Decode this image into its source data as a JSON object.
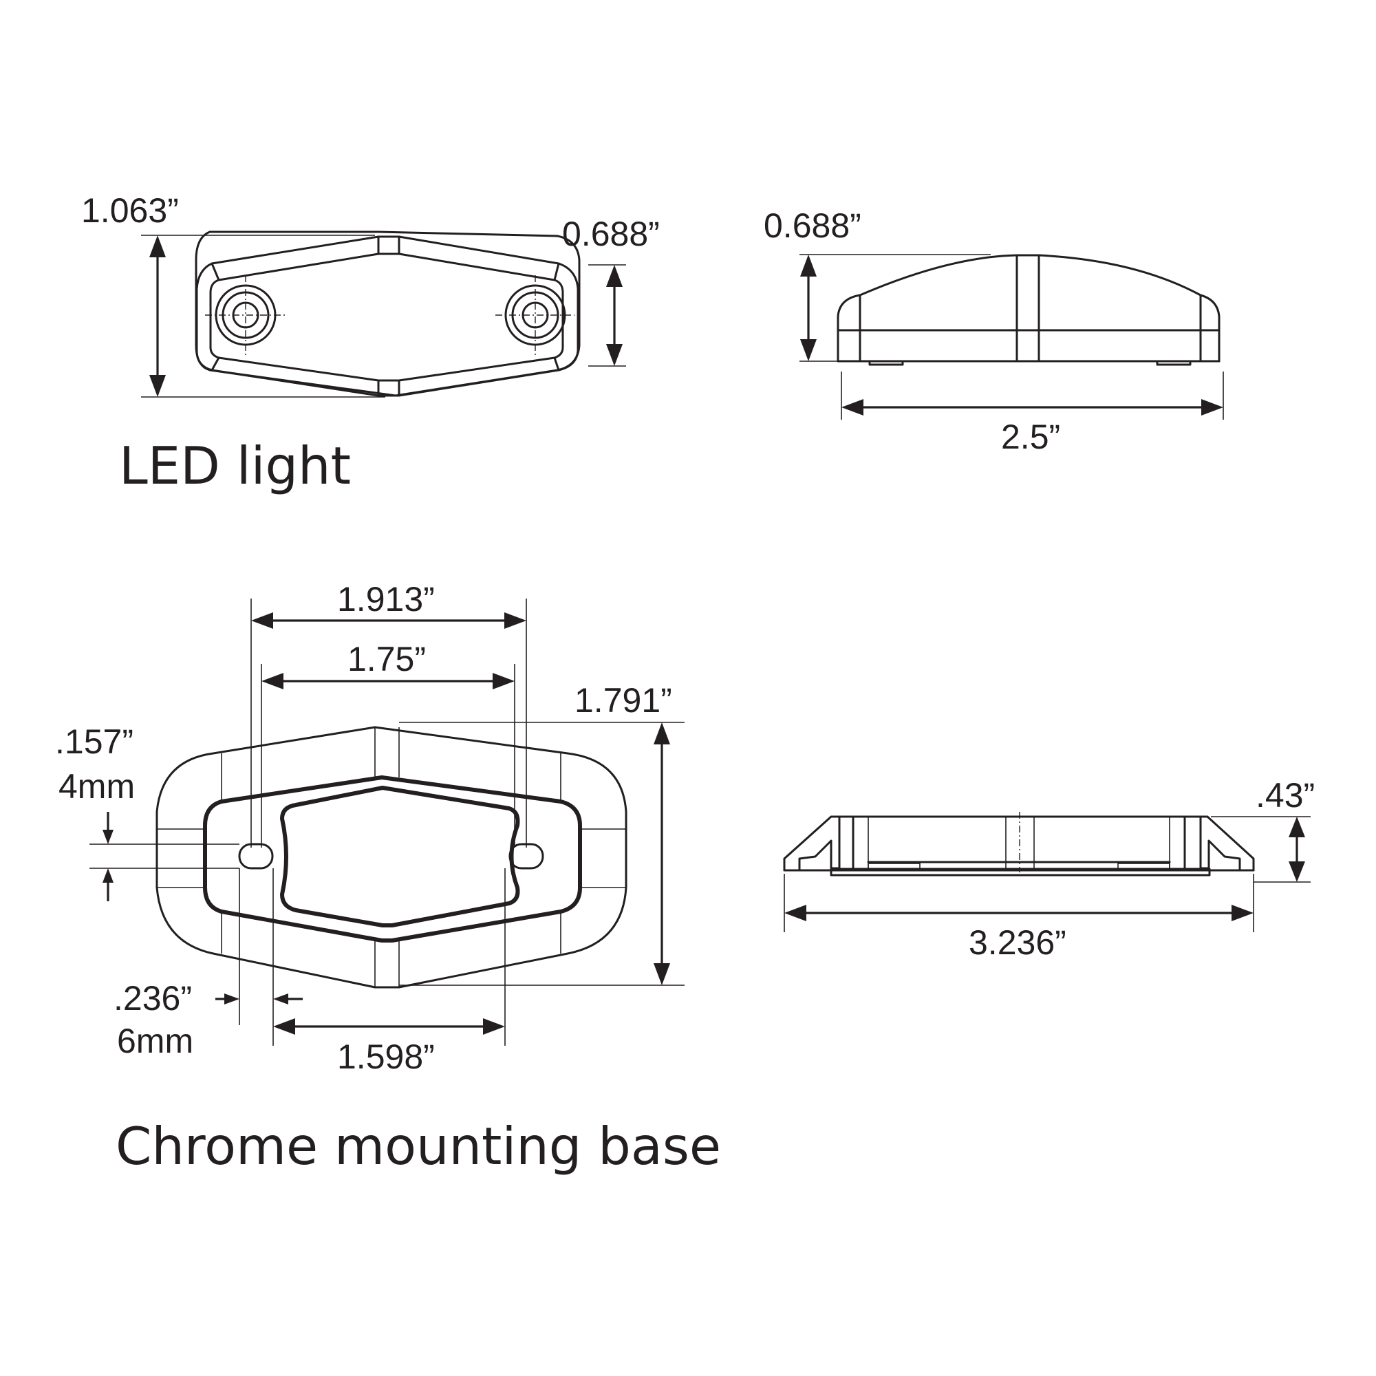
{
  "led_light": {
    "caption": "LED light",
    "dim_height_overall": "1.063”",
    "dim_height_end": "0.688”",
    "dim_side_height": "0.688”",
    "dim_length": "2.5”"
  },
  "mounting_base": {
    "caption": "Chrome mounting base",
    "dim_outer_hole_span": "1.913”",
    "dim_hole_span": "1.75”",
    "dim_height": "1.791”",
    "dim_slot_width_in": ".157”",
    "dim_slot_width_mm": "4mm",
    "dim_slot_length_in": ".236”",
    "dim_slot_length_mm": "6mm",
    "dim_inner_hole_span": "1.598”",
    "dim_side_height": ".43”",
    "dim_side_length": "3.236”"
  }
}
